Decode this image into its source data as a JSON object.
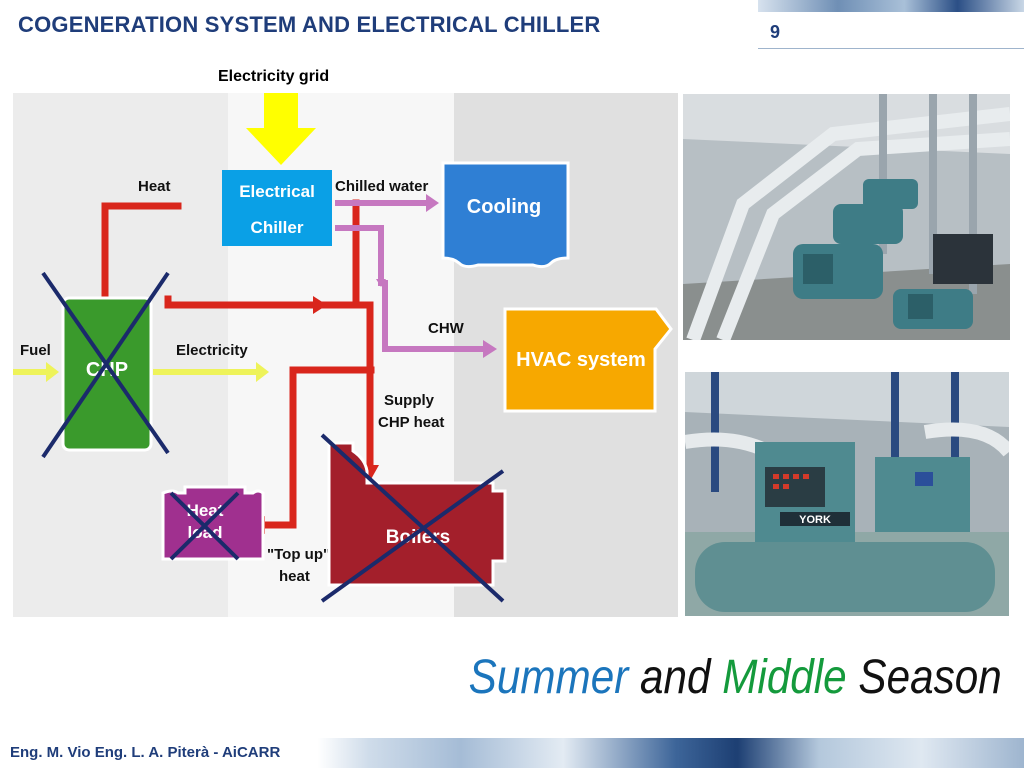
{
  "slide": {
    "title": "COGENERATION SYSTEM AND ELECTRICAL CHILLER",
    "page_number": "9",
    "footer": "Eng. M. Vio Eng. L. A. Piterà - AiCARR"
  },
  "diagram": {
    "grid_label": "Electricity grid",
    "chiller_line1": "Electrical",
    "chiller_line2": "Chiller",
    "heat_label": "Heat",
    "chilled_water_label": "Chilled water",
    "cooling_label": "Cooling",
    "chw_label": "CHW",
    "hvac_label": "HVAC system",
    "fuel_label": "Fuel",
    "chp_label": "CHP",
    "electricity_label": "Electricity",
    "supply_line1": "Supply",
    "supply_line2": "CHP heat",
    "heat_load_line1": "Heat",
    "heat_load_line2": "load",
    "topup_line1": "\"Top up\"",
    "topup_line2": "heat",
    "boilers_label": "Boilers",
    "disabled_components": [
      "CHP",
      "Heat load",
      "Boilers"
    ]
  },
  "photos": {
    "photo1_icon": "chiller-plant-room-photo-icon",
    "photo2_icon": "york-chiller-unit-photo-icon",
    "brand_text": "YORK"
  },
  "season": {
    "word1": "Summer",
    "word2": "and",
    "word3": "Middle",
    "word4": "Season"
  }
}
